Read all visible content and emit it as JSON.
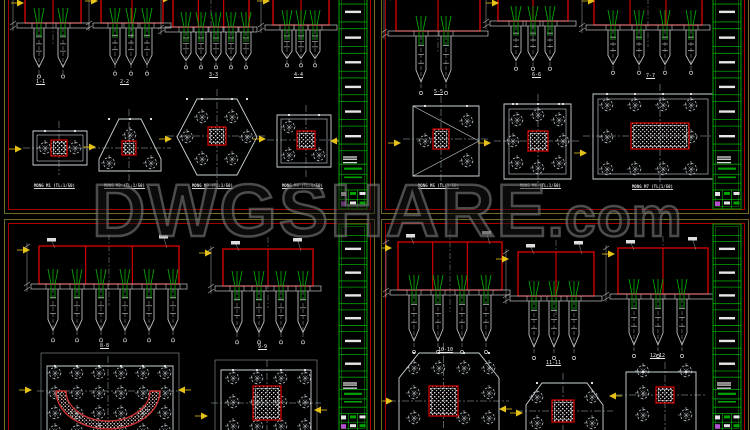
{
  "watermark": {
    "brand": "DWGSHARE",
    "tld": ".com"
  },
  "sheets": {
    "top_left": {
      "section_labels": [
        "1-1",
        "2-2",
        "3-3",
        "4-4"
      ],
      "plan_titles": [
        "MONG M1 (TL:1/50)",
        "MONG M2 (TL:1/50)",
        "MONG M3 (TL:1/50)",
        "MONG M4 (TL:1/50)"
      ]
    },
    "top_right": {
      "section_labels": [
        "5-5",
        "6-6",
        "7-7"
      ],
      "plan_titles": [
        "MONG M5 (TL:1/50)",
        "MONG M6 (TL:1/50)",
        "MONG M7 (TL:1/50)"
      ]
    },
    "bottom_left": {
      "section_labels": [
        "8-8",
        "9-9"
      ],
      "plan_titles": []
    },
    "bottom_right": {
      "section_labels": [
        "10-10",
        "11-11",
        "12-12"
      ],
      "plan_titles": []
    }
  },
  "colors": {
    "background": "#000000",
    "cap_red": "#e00000",
    "border_red": "#a80000",
    "paper_edge_olive": "#6f6a24",
    "rebar_green": "#00b400",
    "titleblock_green": "#00a400",
    "pile_line": "#d0d0d0",
    "plan_line": "#ccd6da",
    "marker_yellow": "#e6c219",
    "hatch_pink": "#dfb4b4",
    "magenta_cell": "#b44fd0",
    "watermark_gray": "#878787"
  }
}
